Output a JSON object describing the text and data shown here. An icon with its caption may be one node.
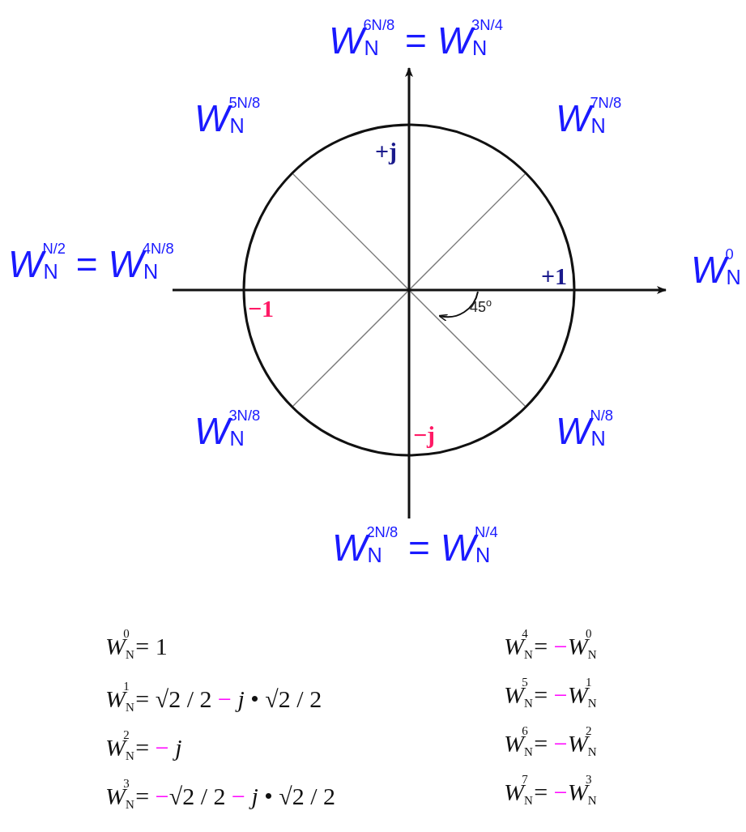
{
  "diagram": {
    "labels": [
      "*W*$_{N}$$^{6N/8}$ = *W*$_{N}$$^{3N/4}$",
      "*W*$_{N}$$^{5N/8}$",
      "*W*$_{N}$$^{7N/8}$",
      "+j",
      "*W*$_{N}$$^{N/2}$ = *W*$_{N}$$^{4N/8}$",
      "+1",
      "*W*$_{N}$$^{0}$",
      "−1",
      "45$^{o}$",
      "*W*$_{N}$$^{3N/8}$",
      "−j",
      "*W*$_{N}$$^{N/8}$",
      "*W*$_{N}$$^{2N/8}$ = *W*$_{N}$$^{N/4}$",
      "*W*$_{N}$$^{0}$ = 1",
      "*W*$_{N}$$^{4}$ = −*W*$_{N}$$^{0}$",
      "*W*$_{N}$$^{1}$ = √2 / 2 − *j* • √2 / 2",
      "*W*$_{N}$$^{5}$ = −*W*$_{N}$$^{1}$",
      "*W*$_{N}$$^{2}$ = − *j*",
      "*W*$_{N}$$^{6}$ = −*W*$_{N}$$^{2}$",
      "*W*$_{N}$$^{3}$ = −√2 / 2 − *j* • √2 / 2",
      "*W*$_{N}$$^{7}$ = −*W*$_{N}$$^{3}$"
    ]
  }
}
